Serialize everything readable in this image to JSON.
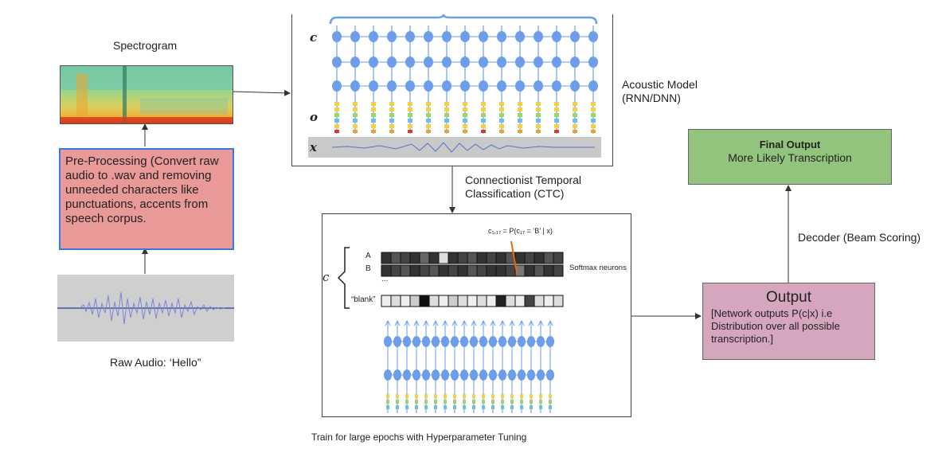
{
  "labels": {
    "spectrogram": "Spectrogram",
    "raw_audio": "Raw Audio: ‘Hello”",
    "acoustic_model_line1": "Acoustic Model",
    "acoustic_model_line2": "(RNN/DNN)",
    "ctc_line1": "Connectionist Temporal",
    "ctc_line2": "Classification (CTC)",
    "decoder": "Decoder (Beam Scoring)",
    "train": "Train for large epochs with Hyperparameter Tuning"
  },
  "preprocessing": {
    "text": "Pre-Processing (Convert raw audio to .wav and removing unneeded characters like punctuations, accents from speech corpus."
  },
  "final_output": {
    "title": "Final Output",
    "subtitle": "More Likely Transcription"
  },
  "output": {
    "title": "Output",
    "body": "[Network outputs P(c|x) i.e Distribution over all possible transcription.]"
  },
  "acoustic_figure": {
    "row_c": "c",
    "row_o": "o",
    "row_x": "x"
  },
  "ctc_figure": {
    "c_label": "c",
    "row_a": "A",
    "row_b": "B",
    "ellipsis": "...",
    "row_blank": "“blank”",
    "softmax": "Softmax neurons",
    "formula": "c₁,₁₇ = P(c₁₇ = ‘B’ | x)"
  },
  "colors": {
    "preprocessing_fill": "#ea9999",
    "preprocessing_border": "#3c78d8",
    "final_output_fill": "#93c47d",
    "output_fill": "#d5a6bd",
    "node_blue": "#6d9eeb",
    "arrow": "#333333"
  }
}
